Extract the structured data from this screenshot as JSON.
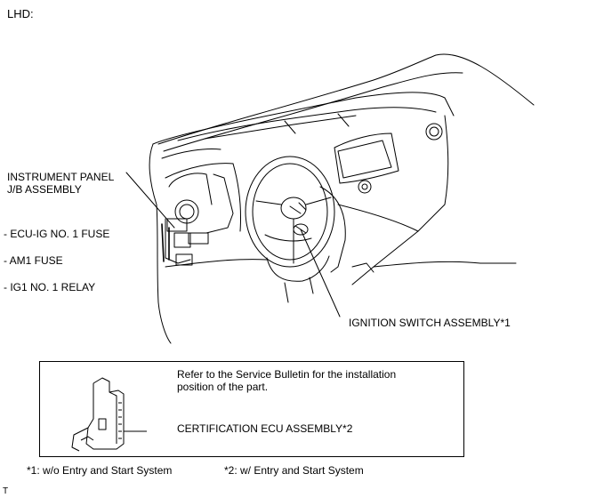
{
  "header": {
    "variant": "LHD:"
  },
  "labels": {
    "jb_assembly_line1": "INSTRUMENT PANEL",
    "jb_assembly_line2": "J/B ASSEMBLY",
    "fuse_ecu_ig": "- ECU-IG NO. 1 FUSE",
    "fuse_am1": "- AM1 FUSE",
    "relay_ig1": "- IG1 NO. 1 RELAY",
    "ignition_switch": "IGNITION SWITCH ASSEMBLY*1"
  },
  "inset": {
    "note_line1": "Refer to the Service Bulletin for the installation",
    "note_line2": "position of the part.",
    "certification_ecu": "CERTIFICATION ECU ASSEMBLY*2"
  },
  "footnotes": {
    "note1": "*1: w/o Entry and Start System",
    "note2": "*2: w/ Entry and Start System"
  },
  "figure_code": "T"
}
